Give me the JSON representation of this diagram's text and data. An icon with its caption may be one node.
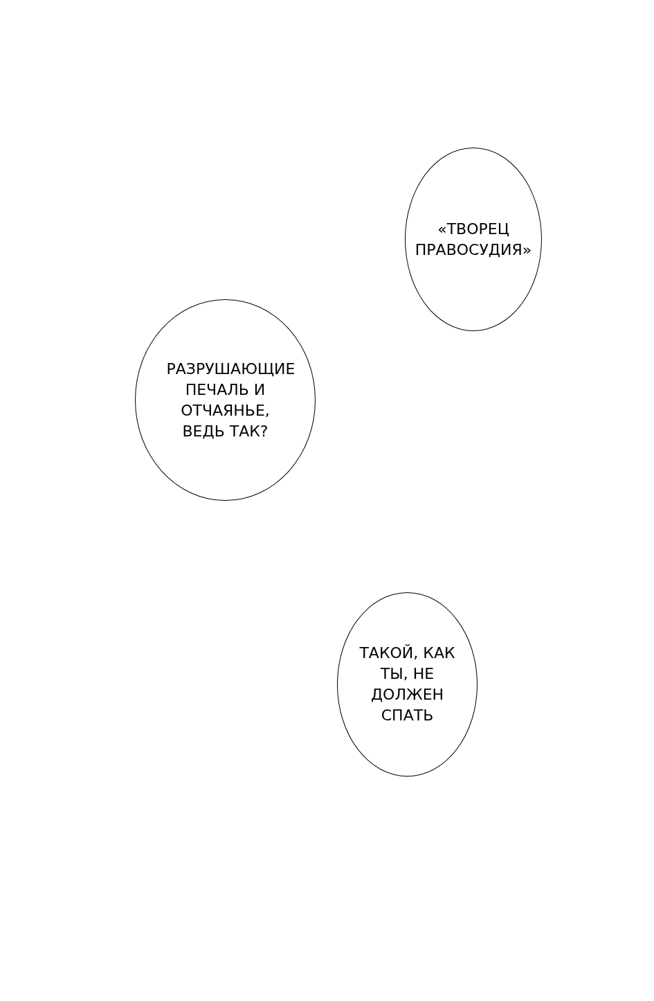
{
  "diagram": {
    "nodes": [
      {
        "text": [
          "«ТВОРЕЦ ПРАВОСУДИЯ»"
        ]
      },
      {
        "text": [
          "РАЗРУШАЮЩИЕ ПЕЧАЛЬ И ОТЧАЯНЬЕ, ВЕДЬ ТАК?"
        ]
      },
      {
        "text": [
          "ТАКОЙ, КАК ТЫ, НЕ ДОЛЖЕН СПАТЬ"
        ]
      }
    ]
  }
}
